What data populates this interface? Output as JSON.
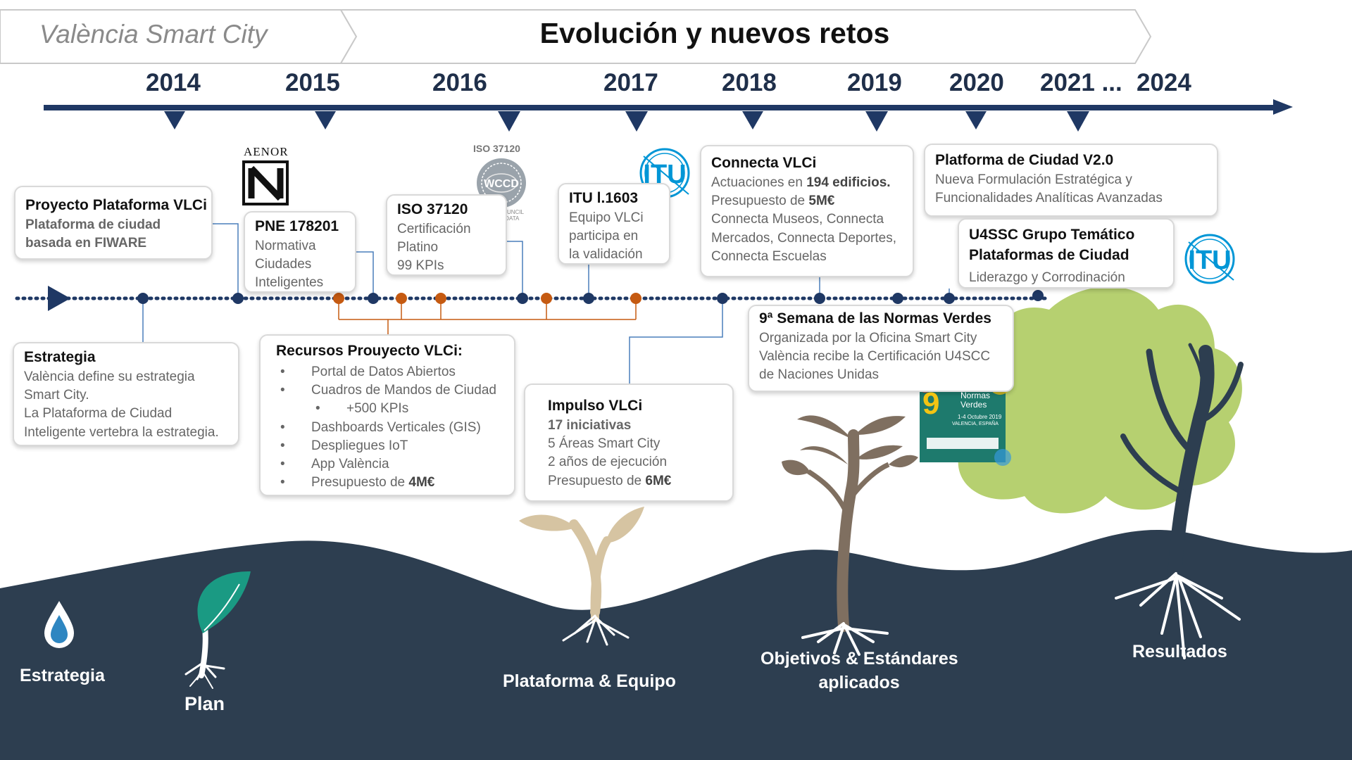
{
  "header": {
    "brand": "València Smart City",
    "title": "Evolución y nuevos retos"
  },
  "years": [
    "2014",
    "2015",
    "2016",
    "2017",
    "2018",
    "2019",
    "2020",
    "2021 ...",
    "2024"
  ],
  "logos": {
    "aenor": "AENOR",
    "iso_badge": "ISO 37120",
    "iso_council": "WORLD COUNCIL ON CITY DATA",
    "itu": "ITU"
  },
  "cards": {
    "plataforma_vlci": {
      "title": "Proyecto Plataforma VLCi",
      "lines": [
        "Plataforma de ciudad",
        "basada en FIWARE"
      ]
    },
    "pne": {
      "title": "PNE 178201",
      "lines": [
        "Normativa",
        "Ciudades",
        "Inteligentes"
      ]
    },
    "iso": {
      "title": "ISO 37120",
      "lines": [
        "Certificación",
        "Platino",
        "99 KPIs"
      ]
    },
    "itu_card": {
      "title": "ITU l.1603",
      "lines": [
        "Equipo VLCi",
        "participa en",
        "la validación"
      ]
    },
    "connecta": {
      "title": "Connecta VLCi",
      "l1_pre": "Actuaciones en ",
      "l1_bold": "194 edificios.",
      "l2_pre": "Presupuesto de ",
      "l2_bold": "5M€",
      "l3": "Connecta Museos, Connecta",
      "l4": "Mercados, Connecta Deportes,",
      "l5": "Connecta Escuelas"
    },
    "plataforma_v2": {
      "title": "Platforma de Ciudad V2.0",
      "lines": [
        "Nueva Formulación Estratégica y",
        "Funcionalidades Analíticas Avanzadas"
      ]
    },
    "u4ssc": {
      "title1": "U4SSC Grupo Temático",
      "title2": "Plataformas de Ciudad",
      "line": "Liderazgo y Corrodinación"
    },
    "estrategia": {
      "title": "Estrategia",
      "lines": [
        "València define su estrategia",
        "Smart City.",
        "La Plataforma de Ciudad",
        "Inteligente vertebra la estrategia."
      ]
    },
    "recursos": {
      "title": "Recursos Prouyecto VLCi:",
      "items": [
        "Portal de Datos Abiertos",
        "Cuadros de Mandos de Ciudad",
        "+500 KPIs",
        "Dashboards Verticales (GIS)",
        "Despliegues IoT",
        "App València"
      ],
      "last_pre": "Presupuesto de ",
      "last_bold": "4M€"
    },
    "impulso": {
      "title": "Impulso VLCi",
      "bold_line": "17 iniciativas",
      "lines": [
        "5 Áreas Smart City",
        "2 años de ejecución"
      ],
      "last_pre": "Presupuesto de ",
      "last_bold": "6M€"
    },
    "semana": {
      "title": "9ª Semana de las Normas Verdes",
      "lines": [
        "Organizada por la Oficina Smart City",
        "València recibe la Certificación U4SCC",
        "de Naciones Unidas"
      ]
    }
  },
  "poster": {
    "number": "9",
    "line1": "Normas",
    "line2": "Verdes",
    "dates": "1-4 Octubre 2019",
    "city": "VALENCIA, ESPAÑA"
  },
  "ground_labels": {
    "estrategia": "Estrategia",
    "plan": "Plan",
    "plataforma": "Plataforma & Equipo",
    "objetivos_1": "Objetivos & Estándares",
    "objetivos_2": "aplicados",
    "resultados": "Resultados"
  },
  "colors": {
    "navy": "#1f3864",
    "ground": "#2d3e50",
    "orange": "#c55a11",
    "connector_blue": "#4a7ebb",
    "sprout_teal": "#1a9a83",
    "seedling_tan": "#d6c4a2",
    "plant_brown": "#7f6f60",
    "tree_green": "#b6d070",
    "itu_blue": "#0096d6",
    "drop_blue": "#2e86c1"
  }
}
